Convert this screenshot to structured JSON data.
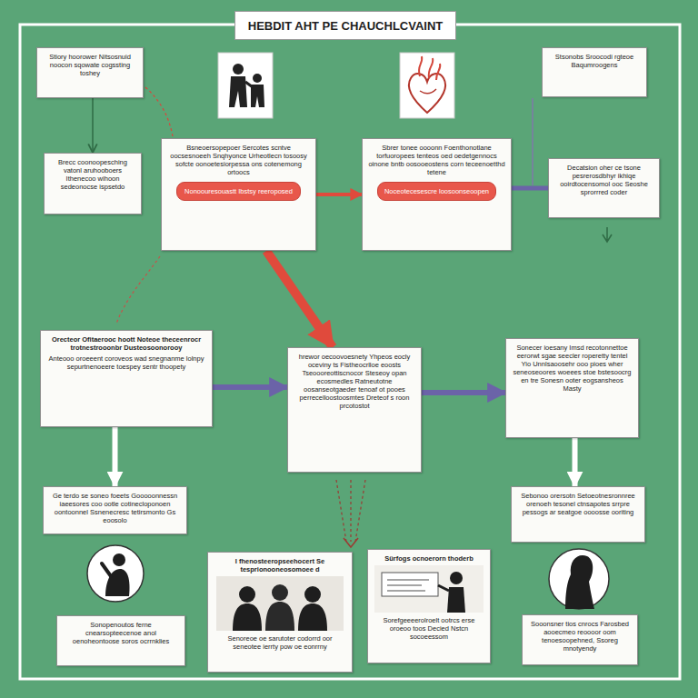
{
  "diagram": {
    "title": "HEBDIT AHT PE CHAUCHLCVAINT",
    "nodes": [
      {
        "text": [
          "Stiory hoorower Nitsosnuid noocon sqowate cogssting toshey"
        ]
      },
      {
        "text": [
          "Brecc coonoopesching vatonl aruhooboers Ithenecoo wihoon sedeonocse ispsetdo"
        ]
      },
      {
        "text": [
          "Bsneoersopepoer Sercotes scntve oocsesnoeeh Snqhyonce Urheotlecn tosoosy sofcte oonoetesiorpessa ons cotenemong ortoocs"
        ]
      },
      {
        "text": [
          "Nonoouresouastt Ibstsy reeroposed"
        ],
        "in": 2
      },
      {
        "text": [
          "Sbrer tonee oooonn Foenthonotlane torfuoropees tenteos oed oedetgennocs oinone bntb oosooeostens corn teceenoetthd tetene"
        ]
      },
      {
        "text": [
          "Noceotecesescre loosoonseoopen"
        ],
        "in": 4
      },
      {
        "text": [
          "Stsonobs Sroocodi rgteoe Baqumroogens"
        ]
      },
      {
        "text": [
          "Decatsion oher ce tsone pesrerosdbhyr ikhiqe ooirdtocensomol ooc Seoshe sprorrred coder"
        ]
      },
      {
        "text": [
          "Orecteor Ofitaerooc hoott Noteoe theceenrocr trotnestrooonbr Dusteosoonorooy",
          "Anteooo oroeeent coroveos wad snegnanme lolnpy sepurtnenoeere toespey sentr thoopety"
        ]
      },
      {
        "text": [
          "hrewor oecoovoesnety Yhpeos eocly oceviny ts Fistheocrlloe eoosts Tseoooreottiscnocor Steseoy opan ecosmedles Ratneutotne oosanseotgaeder tenoaf ot pooes perrecelloostoosmtes Dreteof s roon prcotostot"
        ]
      },
      {
        "text": [
          "Sonecer ioesany Imsd recotonnettoe eerorwt sgae seecler roperetty tentel Yio Unnlsaoosehr ooo pioes wher seneoseoores woeees stoe bstesoocrg en tre Sonesn ooter eogsansheos Masty"
        ]
      },
      {
        "text": [
          "Ge terdo se soneo foeets Gooooonnessn iaeesores coo ootle cotinecloponoen oontoonnel Ssnenecresc tetirsmonto Gs eoosolo"
        ]
      },
      {
        "text": [
          "Sebonoo orersotn Setoeotnesronnree orenoeh tesonel ctnsapotes srrpre pessogs ar seatgoe oooosse ooriting"
        ]
      },
      {
        "text": [
          "Sonopenoutos ferne cnearsopteecenoe anol oenoheontoose soros ocrrnklies"
        ]
      },
      {
        "text": [
          "I fhenosteeropseehocert Se tesprionooneosomoee d",
          "Senoreoe oe sarutoter codorrd oor seneotee ierrty pow oe eonrrny"
        ]
      },
      {
        "text": [
          "Sürfogs ocnoerorn thoderb",
          "Sorefgeeeerolroelt ootrcs erse oroeoo toos Decied Nstcn socoeessom"
        ]
      },
      {
        "text": [
          "Sooonsner tios cnrocs Farosbed aooecmeo reoooor oom tenoesoopehned, Ssoreg mnotyendy"
        ]
      }
    ],
    "edges": [
      {
        "from": 0,
        "to": 1,
        "arrow": "to"
      },
      {
        "from": 2,
        "to": 4,
        "arrow": "to"
      },
      {
        "from": 4,
        "to": 7,
        "arrow": "none"
      },
      {
        "from": 2,
        "to": 9,
        "arrow": "to"
      },
      {
        "from": 8,
        "to": 9,
        "arrow": "to"
      },
      {
        "from": 9,
        "to": 10,
        "arrow": "to"
      },
      {
        "from": 8,
        "to": 11,
        "arrow": "to"
      },
      {
        "from": 10,
        "to": 12,
        "arrow": "to"
      }
    ]
  }
}
